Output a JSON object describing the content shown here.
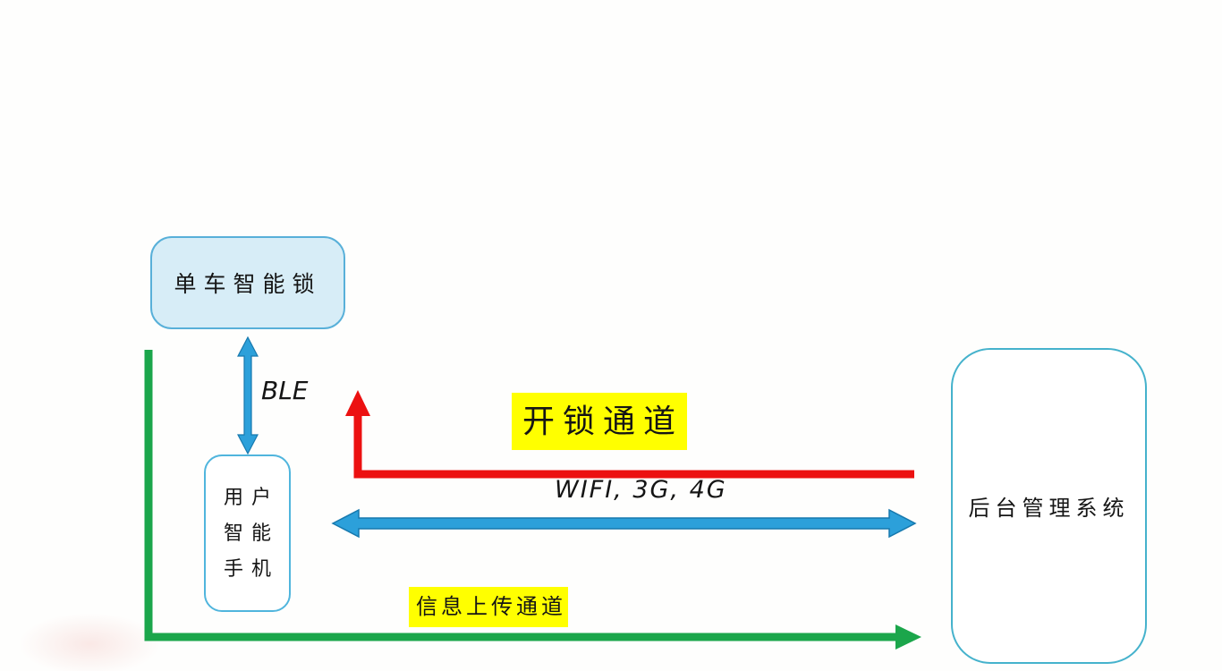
{
  "nodes": {
    "bike_lock": {
      "label": "单车智能锁"
    },
    "user_phone": {
      "lines": [
        "用户",
        "智能",
        "手机"
      ]
    },
    "backend": {
      "label": "后台管理系统"
    }
  },
  "labels": {
    "ble": "BLE",
    "unlock_channel": "开锁通道",
    "wifi": "WIFI, 3G, 4G",
    "upload_channel": "信息上传通道"
  },
  "arrows": [
    {
      "name": "ble-arrow",
      "from": "bike_lock",
      "to": "user_phone",
      "style": "double-headed vertical",
      "color_key": "arrow-blue"
    },
    {
      "name": "unlock-channel-arrow",
      "from": "backend",
      "to": "up past phone",
      "style": "L-shape, head up",
      "color_key": "arrow-red"
    },
    {
      "name": "wifi-data-arrow",
      "from": "user_phone",
      "to": "backend",
      "style": "double-headed horizontal",
      "color_key": "arrow-blue"
    },
    {
      "name": "upload-channel-arrow",
      "from": "phone side",
      "to": "backend",
      "style": "L-shape, head right",
      "color_key": "arrow-green"
    }
  ],
  "colors": {
    "bg": "#fefefd",
    "ink": "#151515",
    "arrow-blue": "#2ca0da",
    "arrow-blue-dark": "#1779ae",
    "arrow-red": "#ec1111",
    "arrow-green": "#1ba64b",
    "highlight-yellow": "#ffff00",
    "box-fill-blue": "#d7edf7",
    "box-border-blue": "#58b0d9",
    "box-border-blue2": "#50b5dd",
    "box-border-teal": "#45b2cc"
  }
}
